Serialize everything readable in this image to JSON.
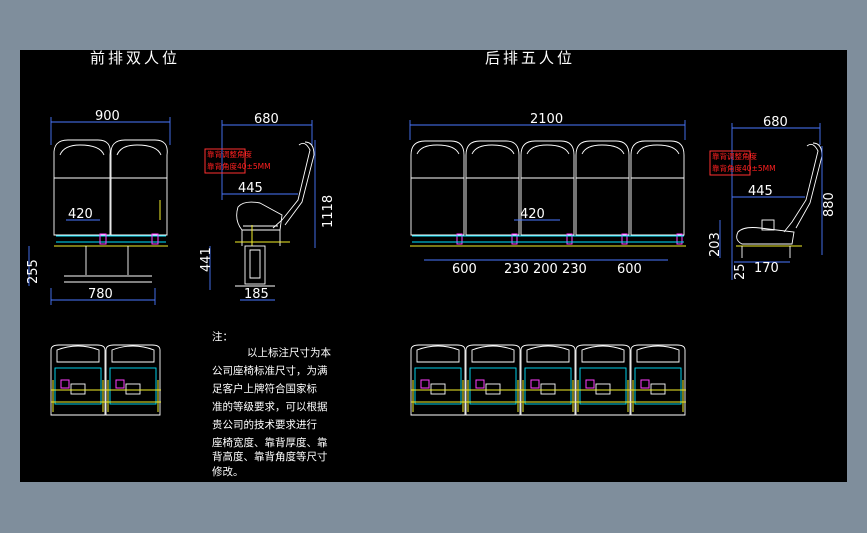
{
  "titles": {
    "front": "前排双人位",
    "rear": "后排五人位"
  },
  "front_dims": {
    "width": "900",
    "seat_w": "420",
    "base_w": "780",
    "left_h": "255"
  },
  "side1_dims": {
    "depth": "680",
    "mid": "445",
    "height": "1118",
    "seat_h": "441",
    "base": "185"
  },
  "side1_red": [
    "靠背调整角度",
    "靠背角度40±5MM"
  ],
  "rear_dims": {
    "width": "2100",
    "seat_w": "420",
    "segments": [
      "600",
      "230",
      "200",
      "230",
      "600"
    ]
  },
  "side2_dims": {
    "depth": "680",
    "mid": "445",
    "height": "880",
    "seat_h": "203",
    "foot": "25",
    "base": "170"
  },
  "side2_red": [
    "靠背调整角度",
    "靠背角度40±5MM"
  ],
  "note": {
    "label": "注：",
    "lines": [
      "以上标注尺寸为本",
      "公司座椅标准尺寸，为满",
      "足客户上牌符合国家标",
      "准的等级要求，可以根据",
      "贵公司的技术要求进行",
      "座椅宽度、靠背厚度、靠",
      "背高度、靠背角度等尺寸",
      "修改。"
    ]
  },
  "colors": {
    "background": "#000000",
    "frame": "#7f8e9c",
    "dimension": "#4a78ff",
    "outline": "#ffffff",
    "accent": "#f5f02a"
  }
}
